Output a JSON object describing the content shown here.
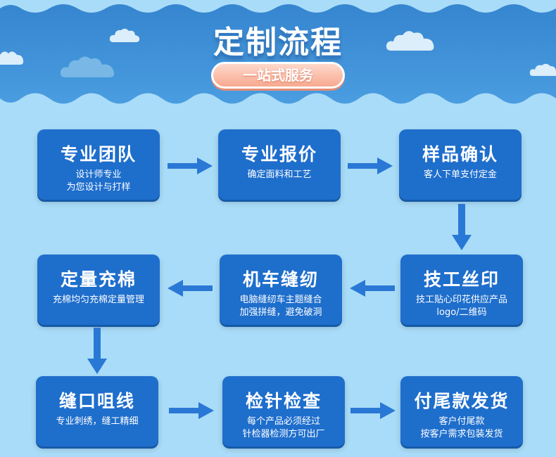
{
  "header": {
    "title": "定制流程",
    "subtitle": "一站式服务"
  },
  "steps": [
    {
      "title": "专业团队",
      "desc": [
        "设计师专业",
        "为您设计与打样"
      ]
    },
    {
      "title": "专业报价",
      "desc": [
        "确定面料和工艺"
      ]
    },
    {
      "title": "样品确认",
      "desc": [
        "客人下单支付定金"
      ]
    },
    {
      "title": "定量充棉",
      "desc": [
        "充棉均匀充棉定量管理"
      ]
    },
    {
      "title": "机车缝纫",
      "desc": [
        "电脑缝纫车主题缝合",
        "加强拼缝，避免破洞"
      ]
    },
    {
      "title": "技工丝印",
      "desc": [
        "技工贴心印花供应产品",
        "logo/二维码"
      ]
    },
    {
      "title": "缝口咀线",
      "desc": [
        "专业刺绣，缝工精细"
      ]
    },
    {
      "title": "检针检查",
      "desc": [
        "每个产品必须经过",
        "针检器检测方可出厂"
      ]
    },
    {
      "title": "付尾款发货",
      "desc": [
        "客户付尾款",
        "按客户需求包装发货"
      ]
    }
  ],
  "colors": {
    "card": "#1e6ecc",
    "arrow": "#2a78d6",
    "background": "#a9dcf8",
    "header": "#3d8fd6",
    "pill": "#f7a98f"
  },
  "icons": [
    "arrow-right-icon",
    "arrow-left-icon",
    "arrow-down-icon",
    "cloud-icon"
  ]
}
